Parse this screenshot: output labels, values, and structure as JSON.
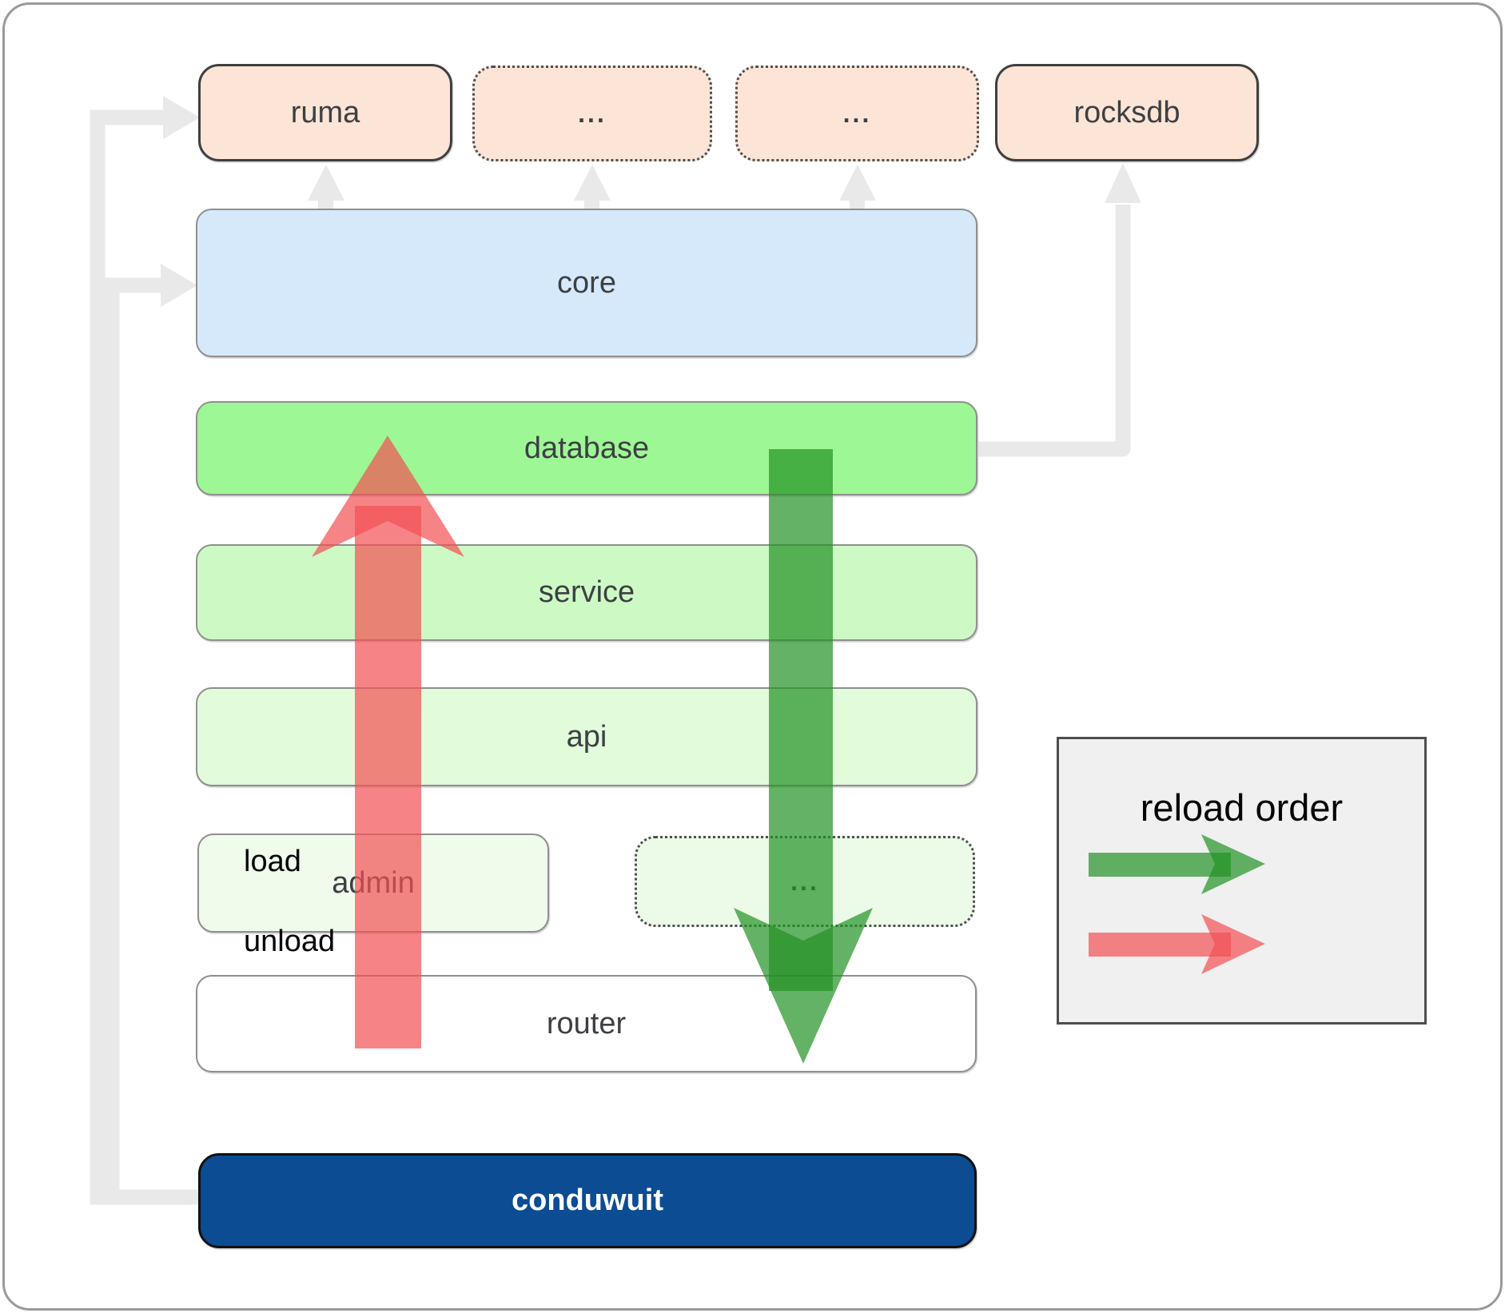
{
  "diagram": {
    "boxes": [
      {
        "id": "ruma",
        "label": "ruma",
        "fill": "#fce5d6",
        "border": "solid"
      },
      {
        "id": "deps-a",
        "label": "...",
        "fill": "#fce5d6",
        "border": "dotted"
      },
      {
        "id": "deps-b",
        "label": "...",
        "fill": "#fce5d6",
        "border": "dotted"
      },
      {
        "id": "rocksdb",
        "label": "rocksdb",
        "fill": "#fce5d6",
        "border": "solid"
      },
      {
        "id": "core",
        "label": "core",
        "fill": "#d6e9fb",
        "border": "solid"
      },
      {
        "id": "database",
        "label": "database",
        "fill": "#9ef795",
        "border": "solid"
      },
      {
        "id": "service",
        "label": "service",
        "fill": "#cdf9c5",
        "border": "solid"
      },
      {
        "id": "api",
        "label": "api",
        "fill": "#e1fbdb",
        "border": "solid"
      },
      {
        "id": "admin",
        "label": "admin",
        "fill": "#effcec",
        "border": "solid"
      },
      {
        "id": "admin-more",
        "label": "...",
        "fill": "#ecfae8",
        "border": "dotted"
      },
      {
        "id": "router",
        "label": "router",
        "fill": "#ffffff",
        "border": "solid"
      },
      {
        "id": "conduwuit",
        "label": "conduwuit",
        "fill": "#0b4c93",
        "border": "solid"
      }
    ],
    "legend": {
      "title": "reload order",
      "items": [
        {
          "label": "load",
          "arrow_color": "#229124"
        },
        {
          "label": "unload",
          "arrow_color": "#f25052"
        }
      ]
    },
    "colors": {
      "load_arrow": "#229124",
      "unload_arrow": "#f25052",
      "connector_gray": "#e9e9e9",
      "conduwuit_fill": "#0b4c93",
      "core_fill": "#d6e9fb",
      "database_fill": "#9ef795",
      "dependency_fill": "#fce5d6",
      "legend_fill": "#f0f0f0",
      "label_text": "#3d4043"
    }
  }
}
